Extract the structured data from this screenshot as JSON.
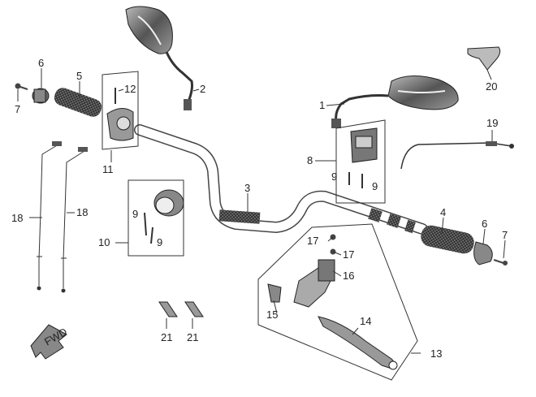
{
  "diagram": {
    "callouts": {
      "c1": "1",
      "c2": "2",
      "c3": "3",
      "c4": "4",
      "c5": "5",
      "c6a": "6",
      "c6b": "6",
      "c7a": "7",
      "c7b": "7",
      "c8": "8",
      "c9a": "9",
      "c9b": "9",
      "c9c": "9",
      "c9d": "9",
      "c10": "10",
      "c11": "11",
      "c12": "12",
      "c13": "13",
      "c14": "14",
      "c15": "15",
      "c16": "16",
      "c17a": "17",
      "c17b": "17",
      "c18a": "18",
      "c18b": "18",
      "c19": "19",
      "c20": "20",
      "c21a": "21",
      "c21b": "21"
    },
    "direction_marker": "FWD"
  }
}
